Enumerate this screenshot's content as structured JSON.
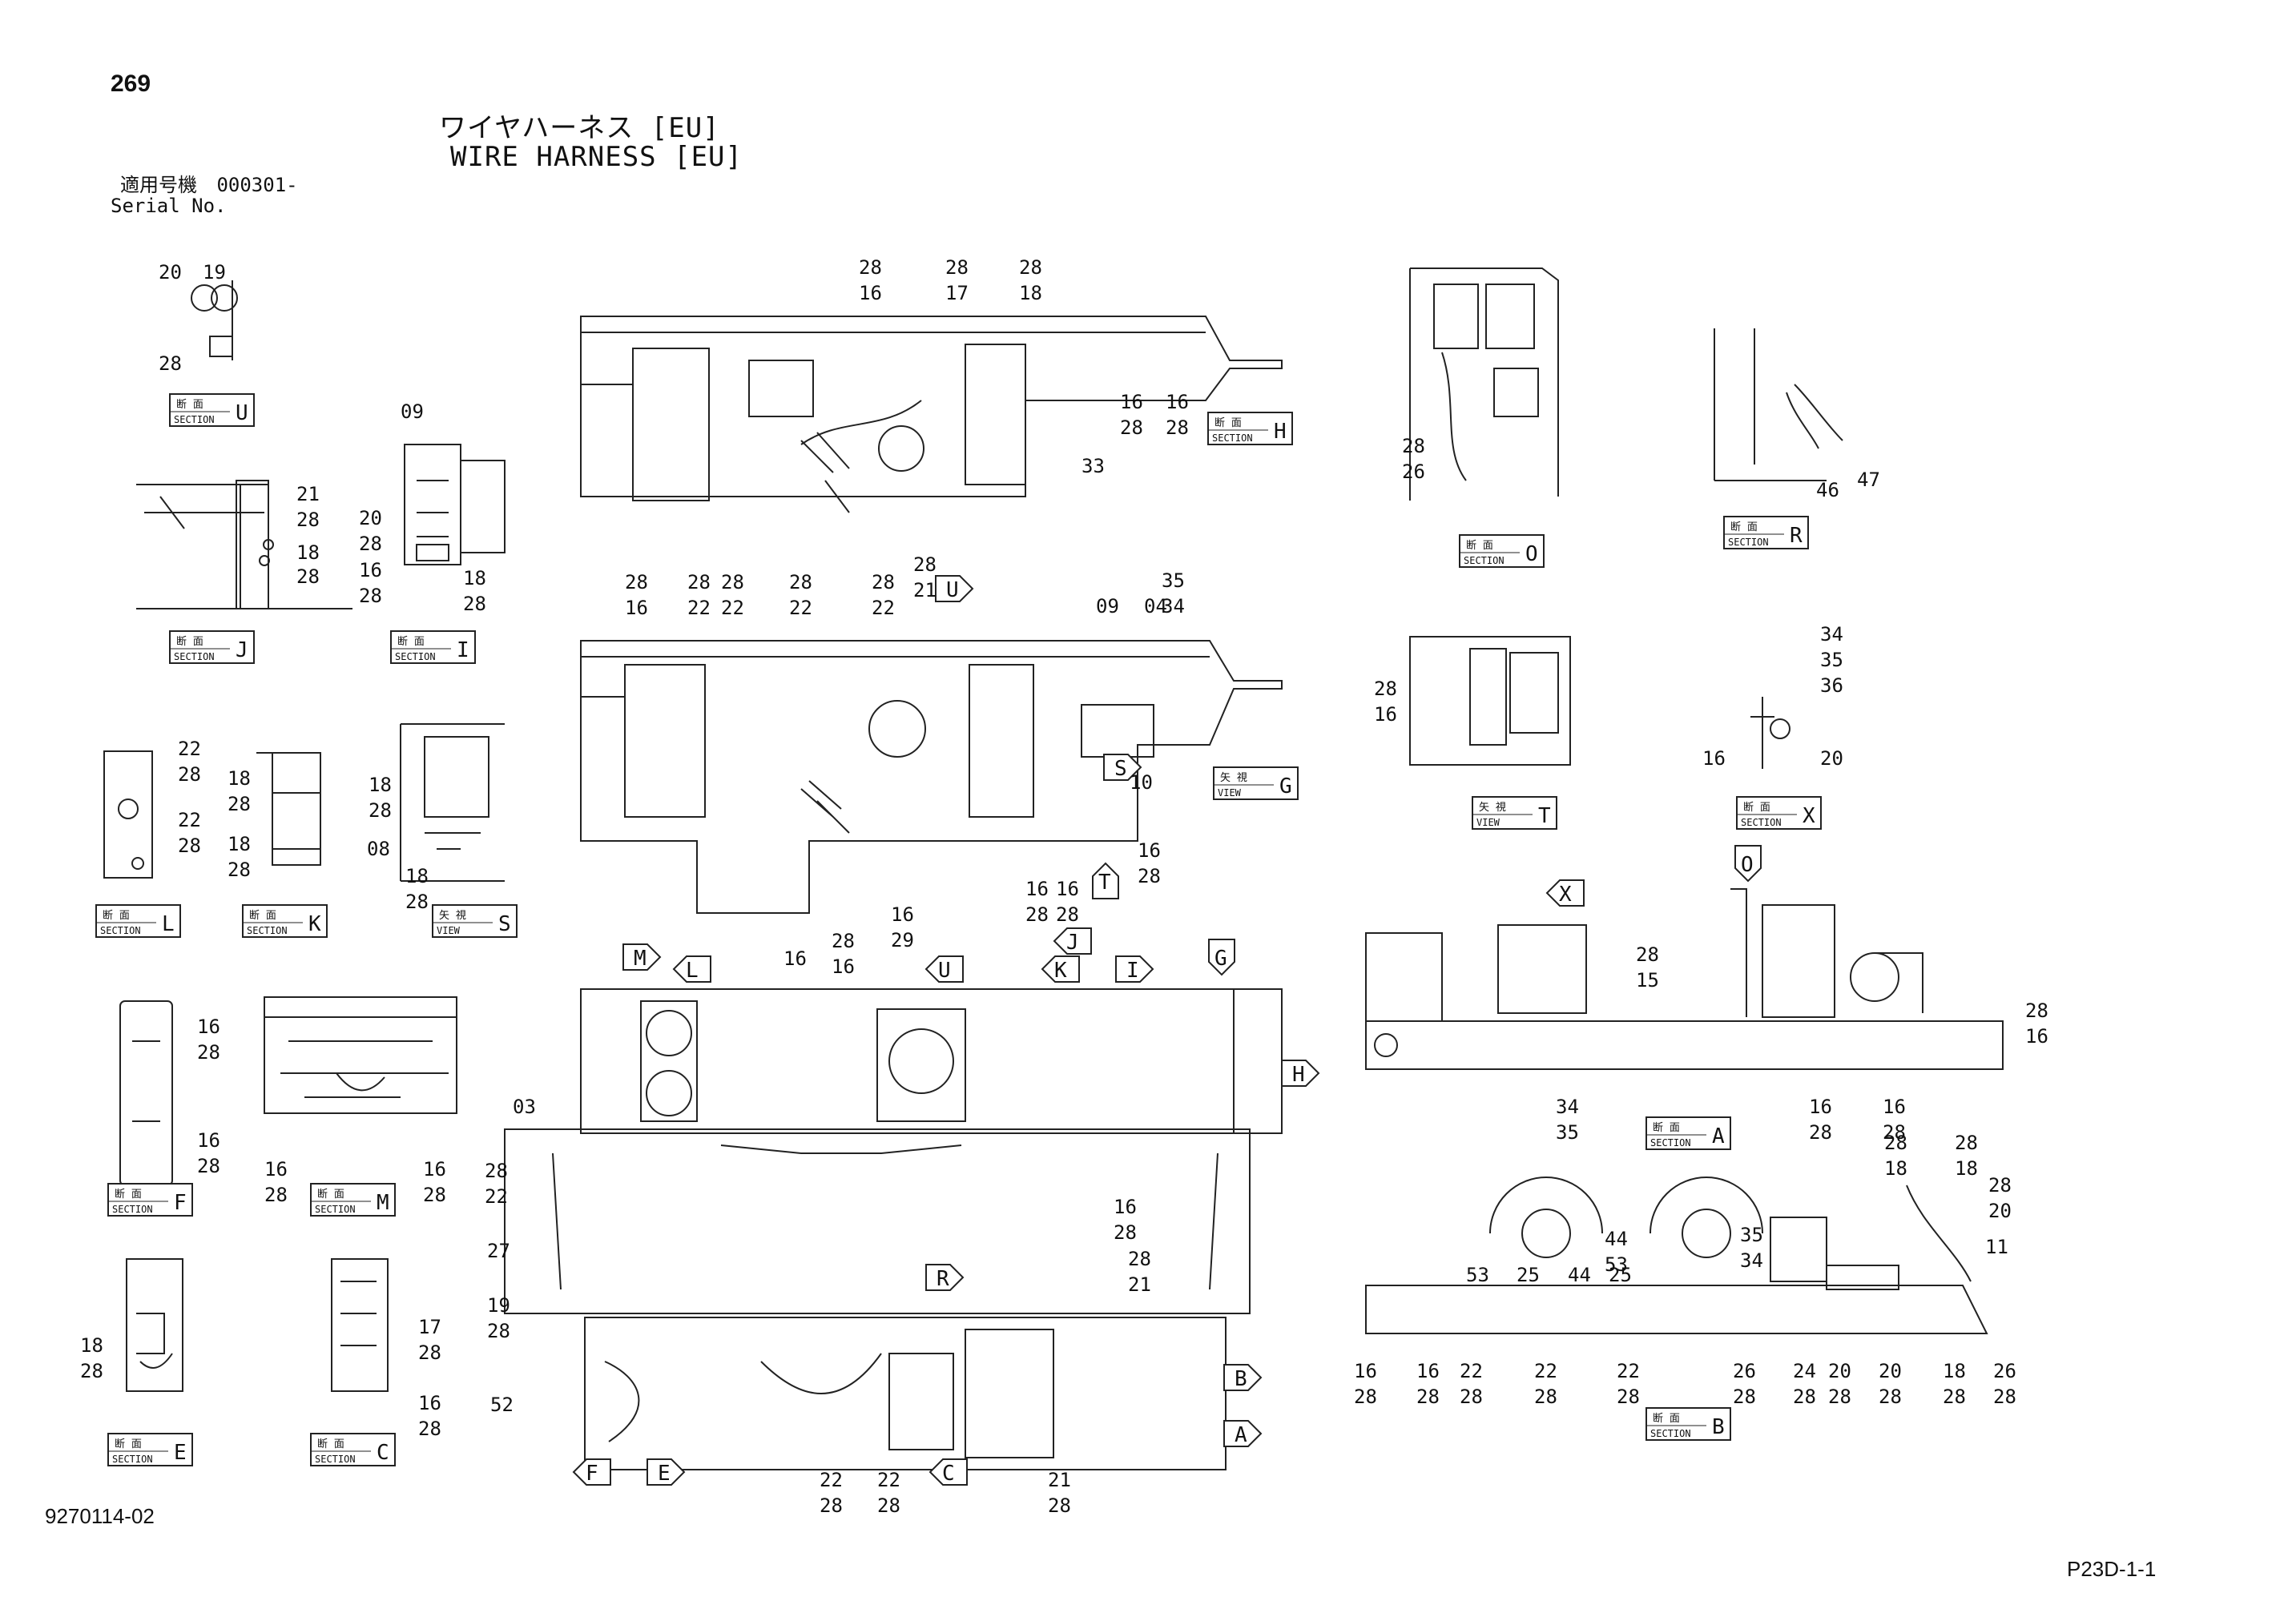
{
  "page_number": "269",
  "title_jp": "ワイヤハーネス [EU]",
  "title_en": "WIRE HARNESS [EU]",
  "serial": {
    "label_jp": "適用号機",
    "value": "000301-",
    "label_en": "Serial No."
  },
  "doc_code": "9270114-02",
  "page_ref": "P23D-1-1",
  "badge_jp": {
    "section": "断 面",
    "view": "矢 視"
  },
  "badge_en": {
    "section": "SECTION",
    "view": "VIEW"
  },
  "badges": [
    {
      "id": "U",
      "kind": "section"
    },
    {
      "id": "H",
      "kind": "section"
    },
    {
      "id": "O",
      "kind": "section"
    },
    {
      "id": "R",
      "kind": "section"
    },
    {
      "id": "J",
      "kind": "section"
    },
    {
      "id": "I",
      "kind": "section"
    },
    {
      "id": "G",
      "kind": "view"
    },
    {
      "id": "T",
      "kind": "view"
    },
    {
      "id": "X",
      "kind": "section"
    },
    {
      "id": "L",
      "kind": "section"
    },
    {
      "id": "K",
      "kind": "section"
    },
    {
      "id": "S",
      "kind": "view"
    },
    {
      "id": "A",
      "kind": "section"
    },
    {
      "id": "F",
      "kind": "section"
    },
    {
      "id": "M",
      "kind": "section"
    },
    {
      "id": "B",
      "kind": "section"
    },
    {
      "id": "E",
      "kind": "section"
    },
    {
      "id": "C",
      "kind": "section"
    }
  ],
  "callouts": [
    "20",
    "19",
    "28",
    "09",
    "20",
    "28",
    "16",
    "28",
    "18",
    "28",
    "21",
    "28",
    "18",
    "28",
    "22",
    "28",
    "22",
    "28",
    "18",
    "28",
    "18",
    "28",
    "18",
    "28",
    "08",
    "18",
    "28",
    "16",
    "28",
    "16",
    "28",
    "16",
    "28",
    "16",
    "28",
    "18",
    "28",
    "17",
    "28",
    "16",
    "28",
    "28",
    "16",
    "28",
    "17",
    "28",
    "18",
    "16",
    "28",
    "16",
    "28",
    "33",
    "28",
    "16",
    "28",
    "22",
    "28",
    "22",
    "28",
    "22",
    "28",
    "22",
    "28",
    "21",
    "35",
    "34",
    "04",
    "09",
    "10",
    "16",
    "28",
    "16",
    "28",
    "16",
    "28",
    "16",
    "29",
    "16",
    "28",
    "16",
    "03",
    "28",
    "22",
    "27",
    "19",
    "28",
    "16",
    "28",
    "28",
    "21",
    "52",
    "22",
    "28",
    "22",
    "28",
    "21",
    "28",
    "28",
    "26",
    "46",
    "47",
    "28",
    "16",
    "34",
    "35",
    "36",
    "16",
    "20",
    "28",
    "15",
    "28",
    "16",
    "34",
    "35",
    "16",
    "28",
    "16",
    "28",
    "44",
    "53",
    "28",
    "18",
    "28",
    "18",
    "28",
    "20",
    "11",
    "35",
    "34",
    "53",
    "25",
    "44",
    "25",
    "16",
    "28",
    "16",
    "28",
    "22",
    "28",
    "22",
    "28",
    "22",
    "28",
    "26",
    "28",
    "24",
    "28",
    "20",
    "28",
    "20",
    "28",
    "18",
    "28",
    "26",
    "28"
  ],
  "arrow_letters": [
    "U",
    "M",
    "L",
    "U",
    "J",
    "K",
    "I",
    "G",
    "H",
    "T",
    "X",
    "O",
    "B",
    "A",
    "F",
    "E",
    "C",
    "S",
    "R"
  ]
}
